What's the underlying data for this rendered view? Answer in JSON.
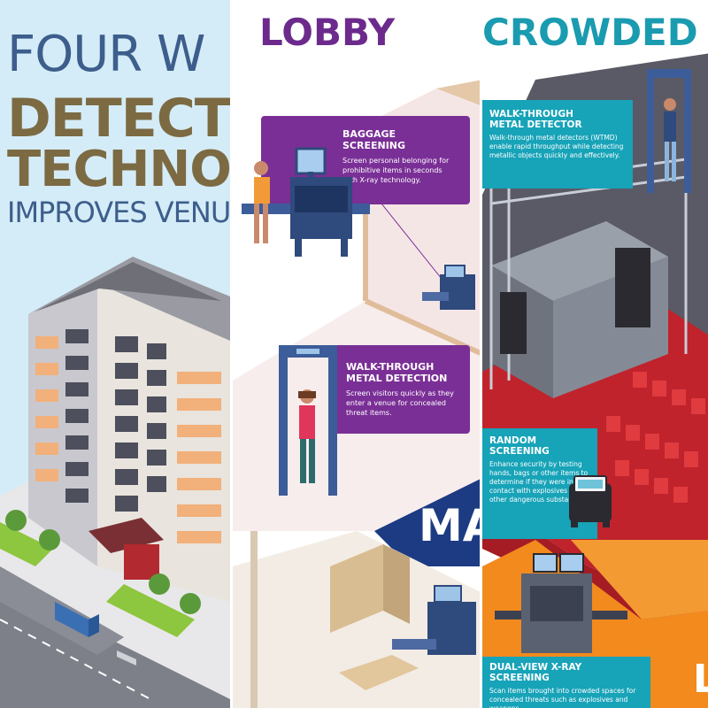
{
  "left_panel": {
    "title_line1": "FOUR W",
    "title_line2": "DETECT",
    "title_line3": "TECHNO",
    "title_line4": "IMPROVES VENUE"
  },
  "mid_panel": {
    "title": "LOBBY",
    "baggage": {
      "heading": "BAGGAGE SCREENING",
      "body": "Screen personal belonging for prohibitive items in seconds with X-ray technology."
    },
    "walk_through": {
      "heading_line1": "WALK-THROUGH",
      "heading_line2": "METAL DETECTION",
      "body": "Screen visitors quickly as they enter a venue for concealed threat items."
    },
    "mall_title": "MA"
  },
  "right_panel": {
    "title": "CROWDED",
    "wtmd": {
      "heading_line1": "WALK-THROUGH",
      "heading_line2": "METAL DETECTOR",
      "body": "Walk-through metal detectors (WTMD) enable rapid throughput while detecting metallic objects quickly and effectively."
    },
    "random": {
      "heading": "RANDOM SCREENING",
      "body": "Enhance security by testing hands, bags or other items to determine if they were in contact with explosives or other dangerous substances."
    },
    "dual_view": {
      "heading": "DUAL-VIEW X-RAY SCREENING",
      "body": "Scan items brought into crowded spaces for concealed threats such as explosives and weapons."
    },
    "partial_letter": "L"
  },
  "colors": {
    "sky_blue": "#d4ecf7",
    "purple": "#7a2f96",
    "teal": "#17a3b8",
    "olive": "#7c6a43",
    "navy": "#3d5e8c",
    "orange": "#f28a1e",
    "red_carpet": "#c0232c"
  },
  "icons": [
    "building-illustration",
    "xray-machine-icon",
    "metal-detector-icon",
    "concert-stage-illustration",
    "trace-detector-icon"
  ]
}
